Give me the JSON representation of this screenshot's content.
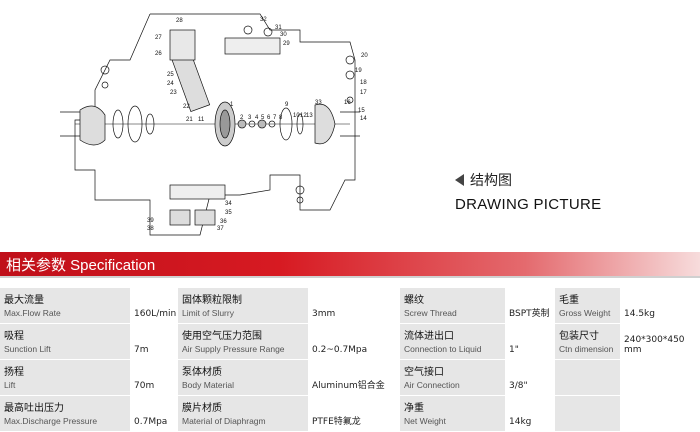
{
  "drawing": {
    "part_numbers": [
      "28",
      "27",
      "26",
      "25",
      "24",
      "23",
      "22",
      "21",
      "11",
      "1",
      "2",
      "3",
      "4",
      "5",
      "6",
      "7",
      "8",
      "9",
      "10",
      "12",
      "13",
      "33",
      "32",
      "31",
      "30",
      "29",
      "20",
      "19",
      "18",
      "17",
      "16",
      "15",
      "14",
      "34",
      "35",
      "36",
      "37",
      "38",
      "39"
    ]
  },
  "caption": {
    "cn": "结构图",
    "en": "DRAWING PICTURE"
  },
  "spec": {
    "title": "相关参数 Specification",
    "rows": [
      [
        {
          "cn": "最大流量",
          "en": "Max.Flow Rate",
          "value": "160L/min"
        },
        {
          "cn": "固体颗粒限制",
          "en": "Limit of Slurry",
          "value": "3mm"
        },
        {
          "cn": "螺纹",
          "en": "Screw Thread",
          "value": "BSPT英制"
        },
        {
          "cn": "毛重",
          "en": "Gross Weight",
          "value": "14.5kg"
        }
      ],
      [
        {
          "cn": "吸程",
          "en": "Sunction Lift",
          "value": "7m"
        },
        {
          "cn": "使用空气压力范围",
          "en": "Air Supply Pressure Range",
          "value": "0.2~0.7Mpa"
        },
        {
          "cn": "流体进出口",
          "en": "Connection to Liquid",
          "value": "1\""
        },
        {
          "cn": "包装尺寸",
          "en": "Ctn dimension",
          "value": "240*300*450 mm"
        }
      ],
      [
        {
          "cn": "扬程",
          "en": "Lift",
          "value": "70m"
        },
        {
          "cn": "泵体材质",
          "en": "Body Material",
          "value": "Aluminum铝合金"
        },
        {
          "cn": "空气接口",
          "en": "Air Connection",
          "value": "3/8\""
        },
        {
          "cn": "",
          "en": "",
          "value": ""
        }
      ],
      [
        {
          "cn": "最高吐出压力",
          "en": "Max.Discharge Pressure",
          "value": "0.7Mpa"
        },
        {
          "cn": "膜片材质",
          "en": "Material of Diaphragm",
          "value": "PTFE特氟龙"
        },
        {
          "cn": "净重",
          "en": "Net Weight",
          "value": "14kg"
        },
        {
          "cn": "",
          "en": "",
          "value": ""
        }
      ]
    ]
  }
}
